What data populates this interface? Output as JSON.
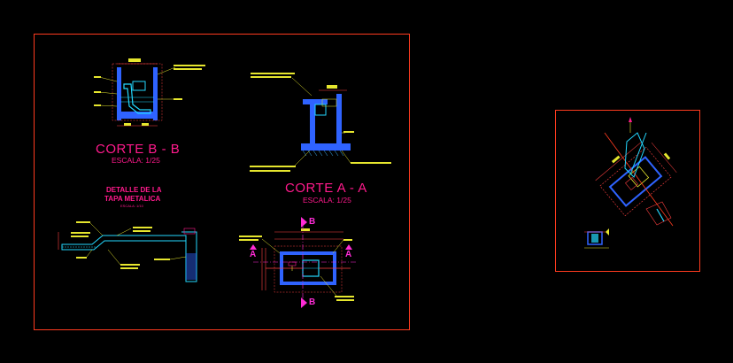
{
  "drawing": {
    "titles": {
      "corte_bb": "CORTE  B - B",
      "corte_bb_scale": "ESCALA: 1/25",
      "corte_aa": "CORTE  A - A",
      "corte_aa_scale": "ESCALA: 1/25",
      "detalle_line1": "DETALLE DE LA",
      "detalle_line2": "TAPA METALICA",
      "detalle_scale": "ESCALA: 1/10"
    },
    "section_markers": {
      "b_top": "B",
      "b_bottom": "B",
      "a_left": "A",
      "a_right": "A"
    },
    "colors": {
      "background": "#000000",
      "frame": "#ff3b1f",
      "title": "#ff1a8c",
      "concrete": "#2f63ff",
      "annotation": "#e6e62e",
      "dimension": "#ff4040",
      "detail_cyan": "#23d8ff",
      "hatch": "#3fb8ff",
      "marker": "#ff2bd6"
    }
  }
}
